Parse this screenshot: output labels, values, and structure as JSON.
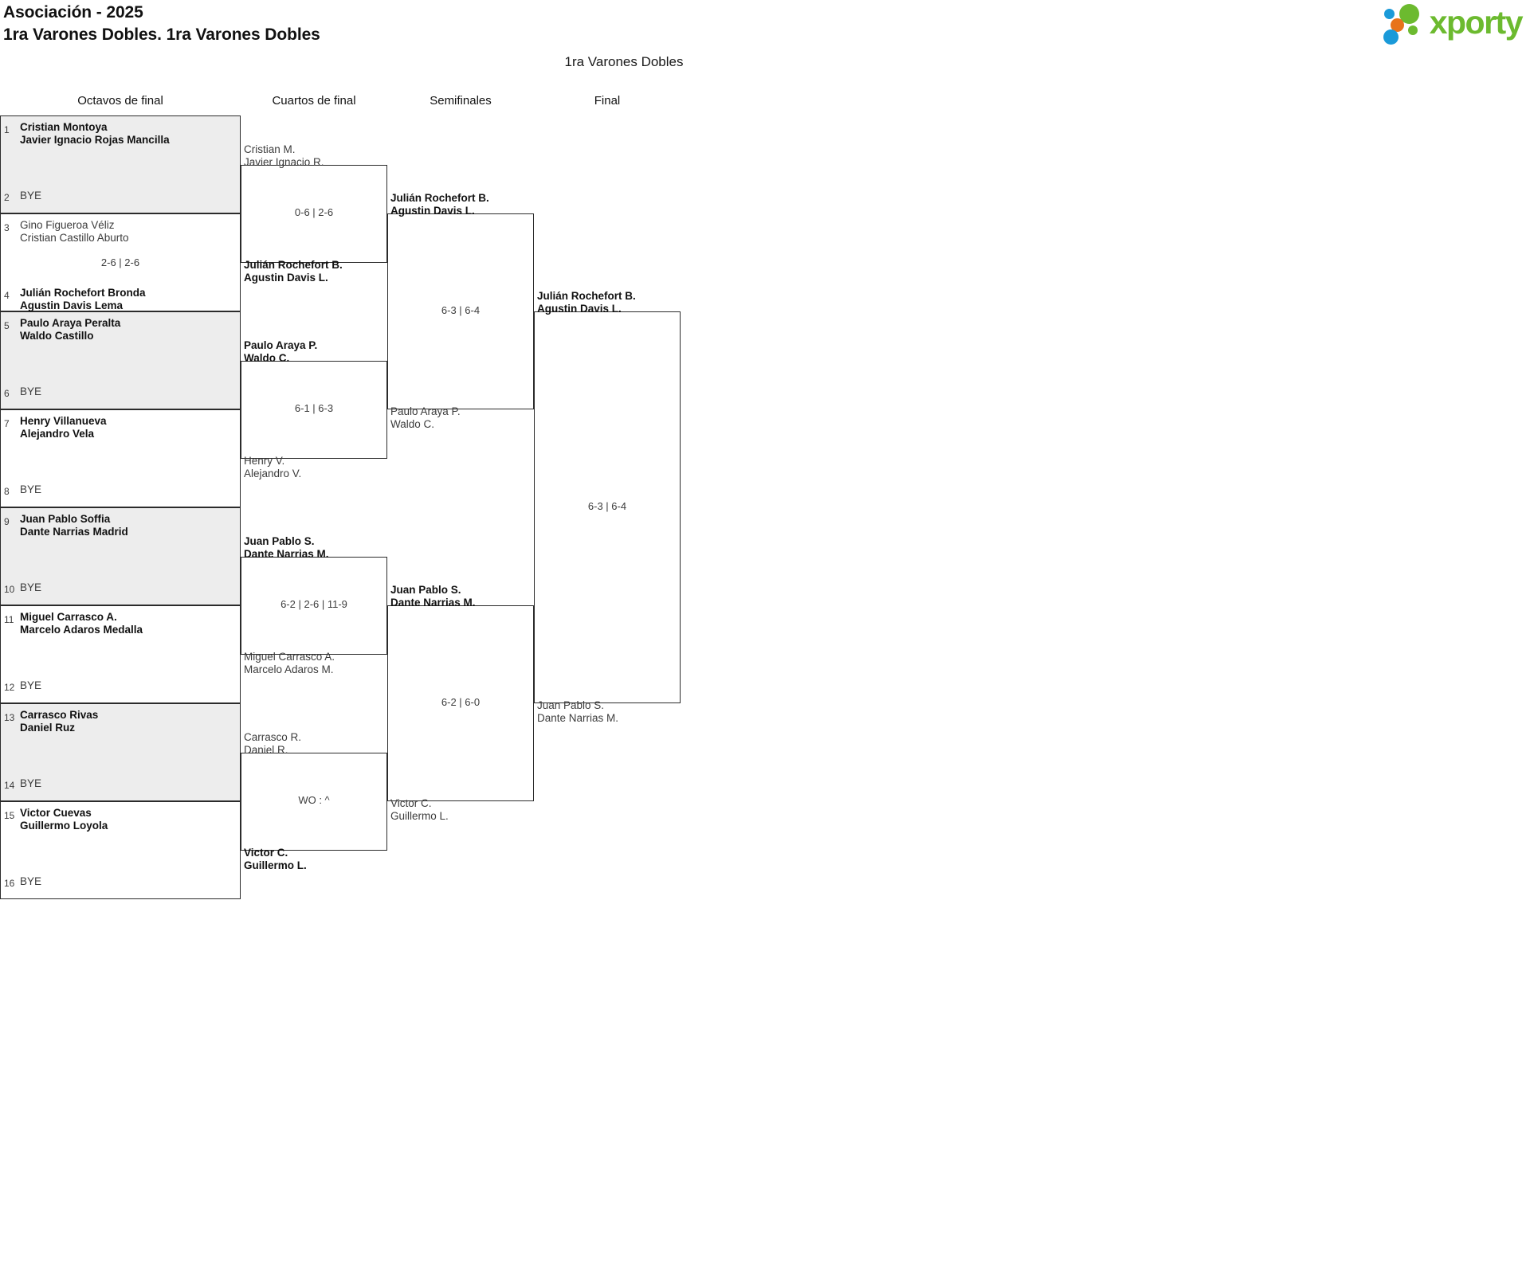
{
  "header": {
    "title_line1": "Asociación - 2025",
    "title_line2": "1ra Varones Dobles. 1ra Varones Dobles",
    "bracket_title": "1ra Varones Dobles",
    "logo_text": "xporty",
    "logo_colors": {
      "blue": "#1a9ad9",
      "orange": "#e8731a",
      "green": "#6cba2f"
    }
  },
  "rounds": [
    {
      "label": "Octavos de final"
    },
    {
      "label": "Cuartos de final"
    },
    {
      "label": "Semifinales"
    },
    {
      "label": "Final"
    }
  ],
  "round1": [
    {
      "shaded": true,
      "top": {
        "seed": "1",
        "line1": "Cristian Montoya",
        "line2": "Javier Ignacio Rojas Mancilla",
        "winner": true
      },
      "bottom": {
        "seed": "2",
        "line1": "BYE",
        "line2": "",
        "winner": false,
        "bye": true
      },
      "score": ""
    },
    {
      "shaded": false,
      "top": {
        "seed": "3",
        "line1": "Gino Figueroa Véliz",
        "line2": "Cristian Castillo Aburto",
        "winner": false
      },
      "bottom": {
        "seed": "4",
        "line1": "Julián Rochefort Bronda",
        "line2": "Agustin Davis Lema",
        "winner": true
      },
      "score": "2-6 | 2-6"
    },
    {
      "shaded": true,
      "top": {
        "seed": "5",
        "line1": "Paulo Araya Peralta",
        "line2": "Waldo Castillo",
        "winner": true
      },
      "bottom": {
        "seed": "6",
        "line1": "BYE",
        "line2": "",
        "winner": false,
        "bye": true
      },
      "score": ""
    },
    {
      "shaded": false,
      "top": {
        "seed": "7",
        "line1": "Henry Villanueva",
        "line2": "Alejandro Vela",
        "winner": true
      },
      "bottom": {
        "seed": "8",
        "line1": "BYE",
        "line2": "",
        "winner": false,
        "bye": true
      },
      "score": ""
    },
    {
      "shaded": true,
      "top": {
        "seed": "9",
        "line1": "Juan Pablo Soffia",
        "line2": "Dante Narrias Madrid",
        "winner": true
      },
      "bottom": {
        "seed": "10",
        "line1": "BYE",
        "line2": "",
        "winner": false,
        "bye": true
      },
      "score": ""
    },
    {
      "shaded": false,
      "top": {
        "seed": "11",
        "line1": "Miguel Carrasco A.",
        "line2": "Marcelo Adaros Medalla",
        "winner": true
      },
      "bottom": {
        "seed": "12",
        "line1": "BYE",
        "line2": "",
        "winner": false,
        "bye": true
      },
      "score": ""
    },
    {
      "shaded": true,
      "top": {
        "seed": "13",
        "line1": "Carrasco Rivas",
        "line2": "Daniel Ruz",
        "winner": true
      },
      "bottom": {
        "seed": "14",
        "line1": "BYE",
        "line2": "",
        "winner": false,
        "bye": true
      },
      "score": ""
    },
    {
      "shaded": false,
      "top": {
        "seed": "15",
        "line1": "Victor Cuevas",
        "line2": "Guillermo Loyola",
        "winner": true
      },
      "bottom": {
        "seed": "16",
        "line1": "BYE",
        "line2": "",
        "winner": false,
        "bye": true
      },
      "score": ""
    }
  ],
  "round2": [
    {
      "top": {
        "line1": "Cristian M.",
        "line2": "Javier Ignacio R.",
        "winner": false
      },
      "bottom": {
        "line1": "Julián Rochefort B.",
        "line2": "Agustin Davis L.",
        "winner": true
      },
      "score": "0-6 | 2-6"
    },
    {
      "top": {
        "line1": "Paulo Araya P.",
        "line2": "Waldo C.",
        "winner": true
      },
      "bottom": {
        "line1": "Henry V.",
        "line2": "Alejandro V.",
        "winner": false
      },
      "score": "6-1 | 6-3"
    },
    {
      "top": {
        "line1": "Juan Pablo S.",
        "line2": "Dante Narrias M.",
        "winner": true
      },
      "bottom": {
        "line1": "Miguel Carrasco A.",
        "line2": "Marcelo Adaros M.",
        "winner": false
      },
      "score": "6-2 | 2-6 | 11-9"
    },
    {
      "top": {
        "line1": "Carrasco R.",
        "line2": "Daniel R.",
        "winner": false
      },
      "bottom": {
        "line1": "Victor C.",
        "line2": "Guillermo L.",
        "winner": true
      },
      "score": "WO : ^"
    }
  ],
  "round3": [
    {
      "top": {
        "line1": "Julián Rochefort B.",
        "line2": "Agustin Davis L.",
        "winner": true
      },
      "bottom": {
        "line1": "Paulo Araya P.",
        "line2": "Waldo C.",
        "winner": false
      },
      "score": "6-3 | 6-4"
    },
    {
      "top": {
        "line1": "Juan Pablo S.",
        "line2": "Dante Narrias M.",
        "winner": true
      },
      "bottom": {
        "line1": "Victor C.",
        "line2": "Guillermo L.",
        "winner": false
      },
      "score": "6-2 | 6-0"
    }
  ],
  "round4": [
    {
      "top": {
        "line1": "Julián Rochefort B.",
        "line2": "Agustin Davis L.",
        "winner": true
      },
      "bottom": {
        "line1": "Juan Pablo S.",
        "line2": "Dante Narrias M.",
        "winner": false
      },
      "score": "6-3 | 6-4"
    }
  ]
}
